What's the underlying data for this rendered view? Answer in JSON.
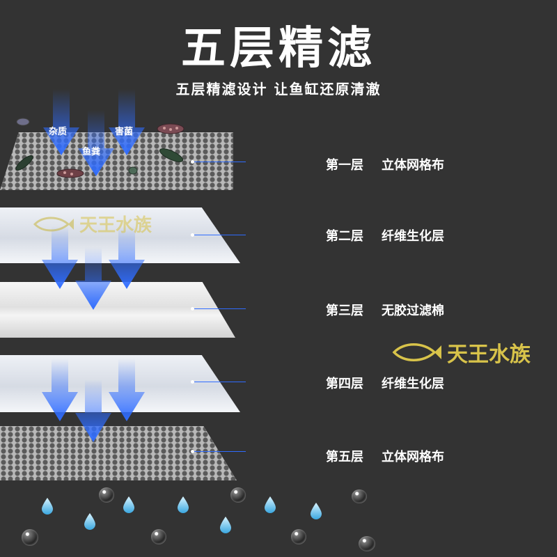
{
  "title": "五层精滤",
  "subtitle": "五层精滤设计  让鱼缸还原清澈",
  "brand": {
    "name": "天王水族",
    "color": "#d8c34a"
  },
  "accent": "#2f6cff",
  "pollutant_labels": [
    "杂质",
    "鱼粪",
    "害菌"
  ],
  "layers": [
    {
      "number": "第一层",
      "name": "立体网格布",
      "material": "mesh"
    },
    {
      "number": "第二层",
      "name": "纤维生化层",
      "material": "fiber"
    },
    {
      "number": "第三层",
      "name": "无胶过滤棉",
      "material": "cotton"
    },
    {
      "number": "第四层",
      "name": "纤维生化层",
      "material": "fiber"
    },
    {
      "number": "第五层",
      "name": "立体网格布",
      "material": "mesh"
    }
  ]
}
